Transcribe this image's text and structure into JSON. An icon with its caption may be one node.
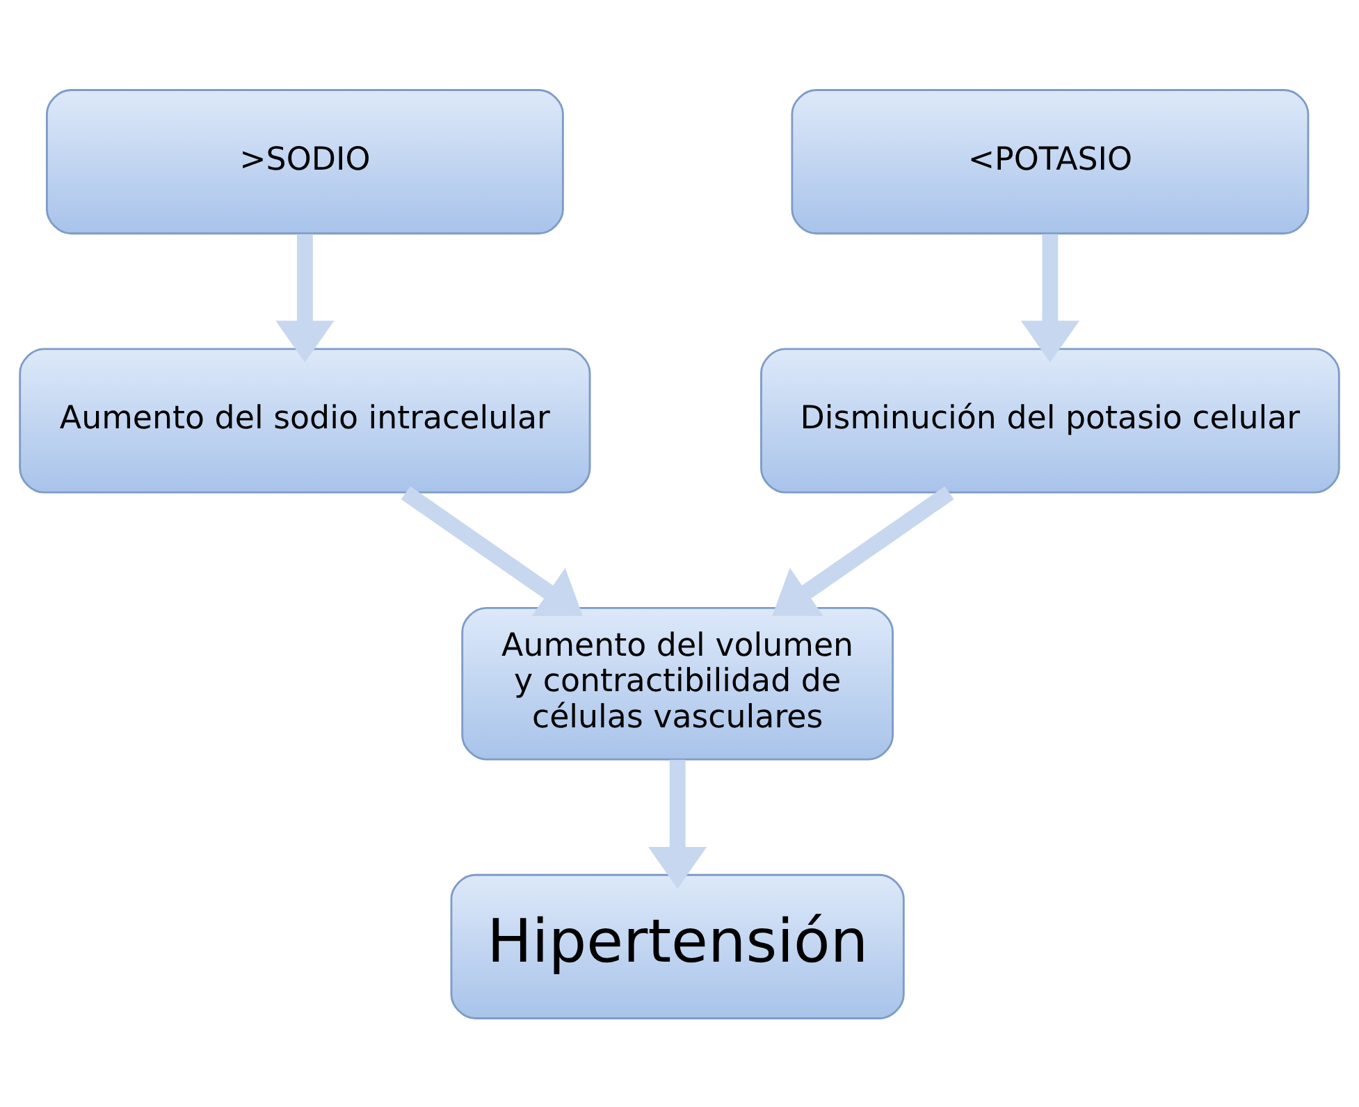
{
  "diagram": {
    "nodes": [
      {
        "text": [
          ">SODIO"
        ]
      },
      {
        "text": [
          "<POTASIO"
        ]
      },
      {
        "text": [
          "Aumento del sodio intracelular"
        ]
      },
      {
        "text": [
          "Disminución del potasio celular"
        ]
      },
      {
        "text": [
          "Aumento del volumen y contractibilidad de células vasculares"
        ]
      },
      {
        "text": [
          "Hipertensión"
        ]
      }
    ],
    "edges": [
      {
        "from": 0,
        "to": 2,
        "arrow": "to"
      },
      {
        "from": 1,
        "to": 3,
        "arrow": "to"
      },
      {
        "from": 2,
        "to": 4,
        "arrow": "to"
      },
      {
        "from": 3,
        "to": 4,
        "arrow": "to"
      },
      {
        "from": 4,
        "to": 5,
        "arrow": "to"
      }
    ]
  }
}
